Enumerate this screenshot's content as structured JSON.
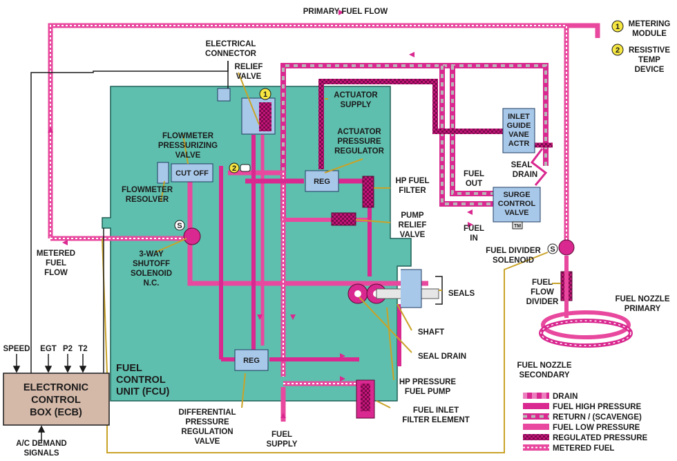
{
  "title": "PRIMARY FUEL FLOW",
  "colors": {
    "fcu_fill": "#5fbfae",
    "high_pressure": "#d9288f",
    "low_pressure": "#e8489e",
    "return_gray": "#b0b0b0",
    "component_fill": "#a8c8ea",
    "ecb_fill": "#d4b8a8",
    "leader": "#c9a227"
  },
  "callouts": {
    "metering_num": "1",
    "metering_label_1": "METERING",
    "metering_label_2": "MODULE",
    "resistive_num": "2",
    "resistive_label_1": "RESISTIVE",
    "resistive_label_2": "TEMP",
    "resistive_label_3": "DEVICE"
  },
  "labels": {
    "electrical_connector_1": "ELECTRICAL",
    "electrical_connector_2": "CONNECTOR",
    "relief_valve_1": "RELIEF",
    "relief_valve_2": "VALVE",
    "actuator_supply_1": "ACTUATOR",
    "actuator_supply_2": "SUPPLY",
    "actuator_regulator_1": "ACTUATOR",
    "actuator_regulator_2": "PRESSURE",
    "actuator_regulator_3": "REGULATOR",
    "flowmeter_valve_1": "FLOWMETER",
    "flowmeter_valve_2": "PRESSURIZING",
    "flowmeter_valve_3": "VALVE",
    "flowmeter_resolver_1": "FLOWMETER",
    "flowmeter_resolver_2": "RESOLVER",
    "shutoff_1": "3-WAY",
    "shutoff_2": "SHUTOFF",
    "shutoff_3": "SOLENOID",
    "shutoff_4": "N.C.",
    "metered_fuel_1": "METERED",
    "metered_fuel_2": "FUEL",
    "metered_fuel_3": "FLOW",
    "hp_filter_1": "HP FUEL",
    "hp_filter_2": "FILTER",
    "pump_relief_1": "PUMP",
    "pump_relief_2": "RELIEF",
    "pump_relief_3": "VALVE",
    "fuel_out_1": "FUEL",
    "fuel_out_2": "OUT",
    "fuel_in_1": "FUEL",
    "fuel_in_2": "IN",
    "seal_drain_top_1": "SEAL",
    "seal_drain_top_2": "DRAIN",
    "seals": "SEALS",
    "shaft": "SHAFT",
    "seal_drain": "SEAL DRAIN",
    "hp_pump_1": "HP PRESSURE",
    "hp_pump_2": "FUEL PUMP",
    "inlet_filter_1": "FUEL INLET",
    "inlet_filter_2": "FILTER ELEMENT",
    "fuel_supply_1": "FUEL",
    "fuel_supply_2": "SUPPLY",
    "diff_valve_1": "DIFFERENTIAL",
    "diff_valve_2": "PRESSURE",
    "diff_valve_3": "REGULATION",
    "diff_valve_4": "VALVE",
    "fcu_1": "FUEL",
    "fcu_2": "CONTROL",
    "fcu_3": "UNIT (FCU)",
    "divider_solenoid_1": "FUEL DIVIDER",
    "divider_solenoid_2": "SOLENOID",
    "flow_divider_1": "FUEL",
    "flow_divider_2": "FLOW",
    "flow_divider_3": "DIVIDER",
    "nozzle_primary_1": "FUEL NOZZLE",
    "nozzle_primary_2": "PRIMARY",
    "nozzle_secondary_1": "FUEL NOZZLE",
    "nozzle_secondary_2": "SECONDARY",
    "ecb_inputs": [
      "SPEED",
      "EGT",
      "P2",
      "T2"
    ],
    "ecb_1": "ELECTRONIC",
    "ecb_2": "CONTROL",
    "ecb_3": "BOX (ECB)",
    "ac_demand_1": "A/C DEMAND",
    "ac_demand_2": "SIGNALS"
  },
  "components": {
    "cut_off": "CUT OFF",
    "reg_top": "REG",
    "reg_bottom": "REG",
    "igv_1": "INLET",
    "igv_2": "GUIDE",
    "igv_3": "VANE",
    "igv_4": "ACTR",
    "surge_1": "SURGE",
    "surge_2": "CONTROL",
    "surge_3": "VALVE",
    "tm": "TM",
    "solenoid_s": "S"
  },
  "legend": [
    {
      "key": "drain",
      "label": "DRAIN"
    },
    {
      "key": "hp",
      "label": "FUEL HIGH PRESSURE"
    },
    {
      "key": "return",
      "label": "RETURN / (SCAVENGE)"
    },
    {
      "key": "lp",
      "label": "FUEL LOW PRESSURE"
    },
    {
      "key": "regulated",
      "label": "REGULATED PRESSURE"
    },
    {
      "key": "metered",
      "label": "METERED FUEL"
    }
  ]
}
